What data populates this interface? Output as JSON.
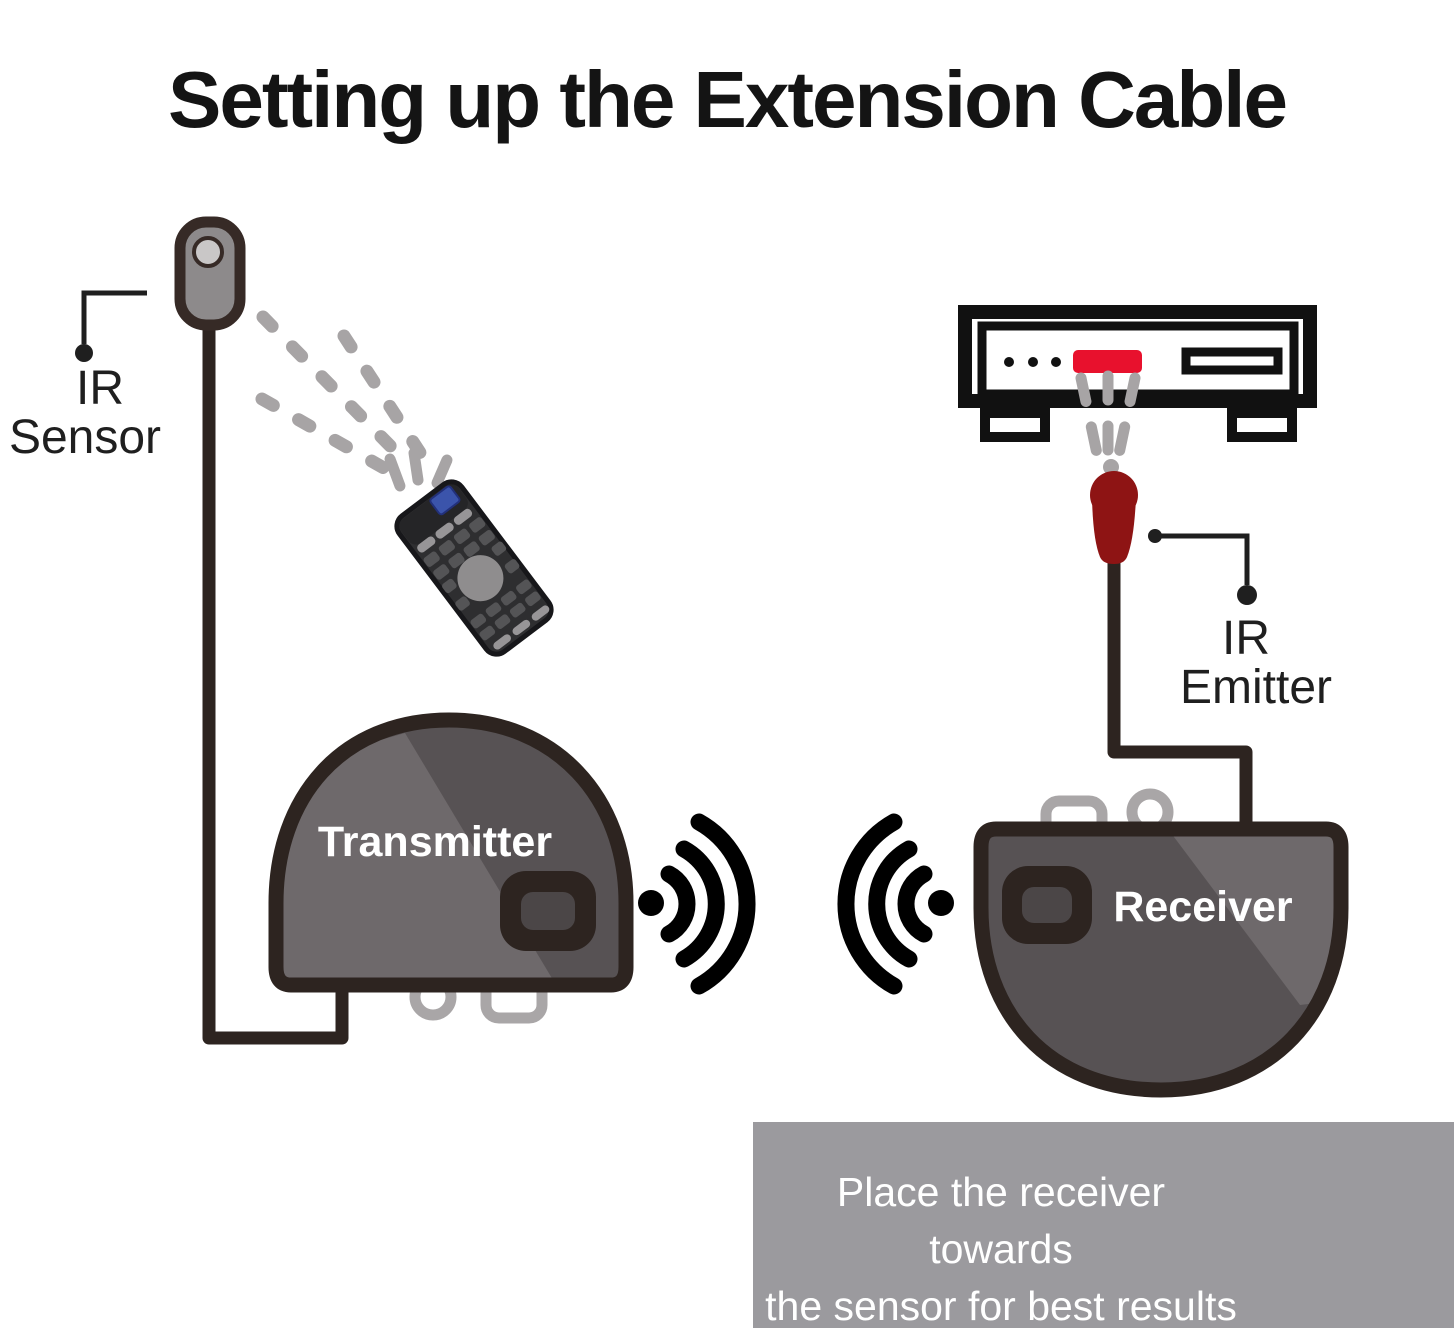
{
  "title": "Setting up the Extension Cable",
  "diagram": {
    "ir_sensor": {
      "label_line1": "IR",
      "label_line2": "Sensor"
    },
    "ir_emitter": {
      "label_line1": "IR",
      "label_line2": "Emitter"
    },
    "transmitter": {
      "label": "Transmitter"
    },
    "receiver": {
      "label": "Receiver"
    },
    "icons": [
      "ir-sensor-icon",
      "remote-control-icon",
      "ir-beam-dashes",
      "transmitter-dome-icon",
      "wireless-signal-left-icon",
      "wireless-signal-right-icon",
      "receiver-dome-icon",
      "av-player-icon",
      "ir-emitter-icon",
      "callout-line"
    ],
    "colors": {
      "outline": "#2d2420",
      "device_body": "#575254",
      "device_highlight": "#6e696b",
      "tab_gray": "#a9a6a7",
      "beam_gray": "#a7a4a5",
      "sensor_body": "#8d8a8b",
      "sensor_lens": "#c9c7c7",
      "av_window_red": "#e8112d",
      "emitter_red": "#8e1414",
      "remote_body": "#2e2e30",
      "remote_blue": "#3b54ab",
      "note_bg": "#9b9a9e",
      "note_text": "#ffffff",
      "label_text": "#1f1f1f"
    }
  },
  "note": {
    "line1": "Place the receiver towards",
    "line2": "the sensor for best results"
  }
}
